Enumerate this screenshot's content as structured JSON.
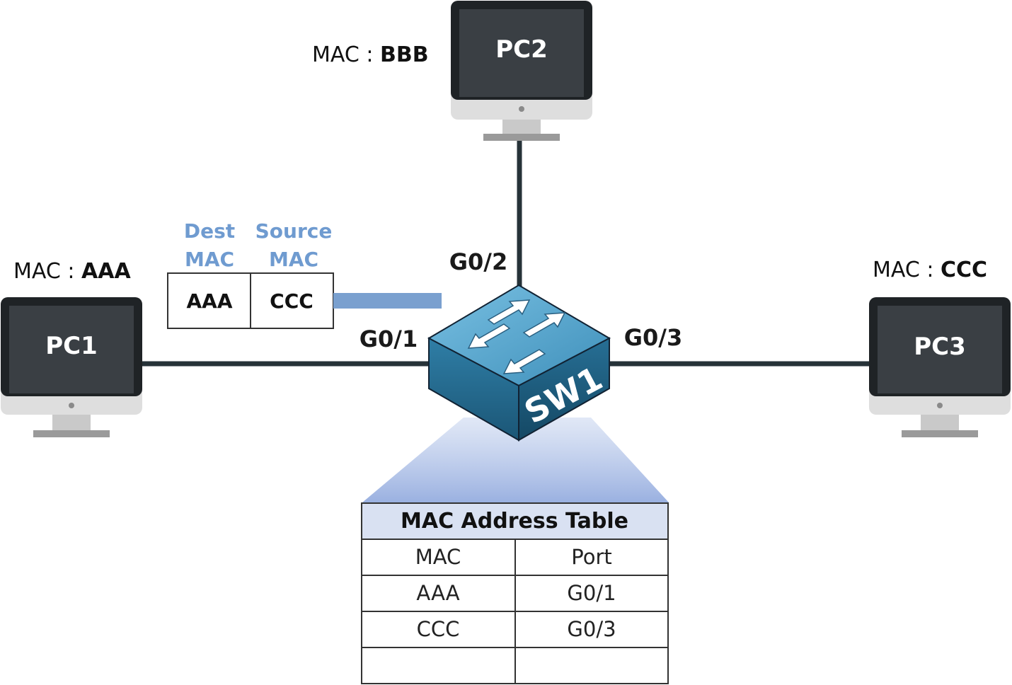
{
  "pcs": [
    {
      "name": "PC1",
      "mac_prefix": "MAC : ",
      "mac": "AAA"
    },
    {
      "name": "PC2",
      "mac_prefix": "MAC : ",
      "mac": "BBB"
    },
    {
      "name": "PC3",
      "mac_prefix": "MAC : ",
      "mac": "CCC"
    }
  ],
  "switch": {
    "name": "SW1"
  },
  "ports": {
    "g01": "G0/1",
    "g02": "G0/2",
    "g03": "G0/3"
  },
  "frame": {
    "dest_header_line1": "Dest",
    "dest_header_line2": "MAC",
    "source_header_line1": "Source",
    "source_header_line2": "MAC",
    "dest_value": "AAA",
    "source_value": "CCC"
  },
  "mac_table": {
    "title": "MAC Address Table",
    "columns": [
      "MAC",
      "Port"
    ],
    "rows": [
      [
        "AAA",
        "G0/1"
      ],
      [
        "CCC",
        "G0/3"
      ],
      [
        "",
        ""
      ]
    ]
  },
  "colors": {
    "link": "#263238",
    "frame_header": "#6f9bd0",
    "frame_arrow": "#7aa0cf",
    "switch_top": "#5fa9cf",
    "switch_side": "#1f5e80",
    "table_header_bg": "#d9e1f2",
    "monitor_screen": "#3a3f44"
  }
}
